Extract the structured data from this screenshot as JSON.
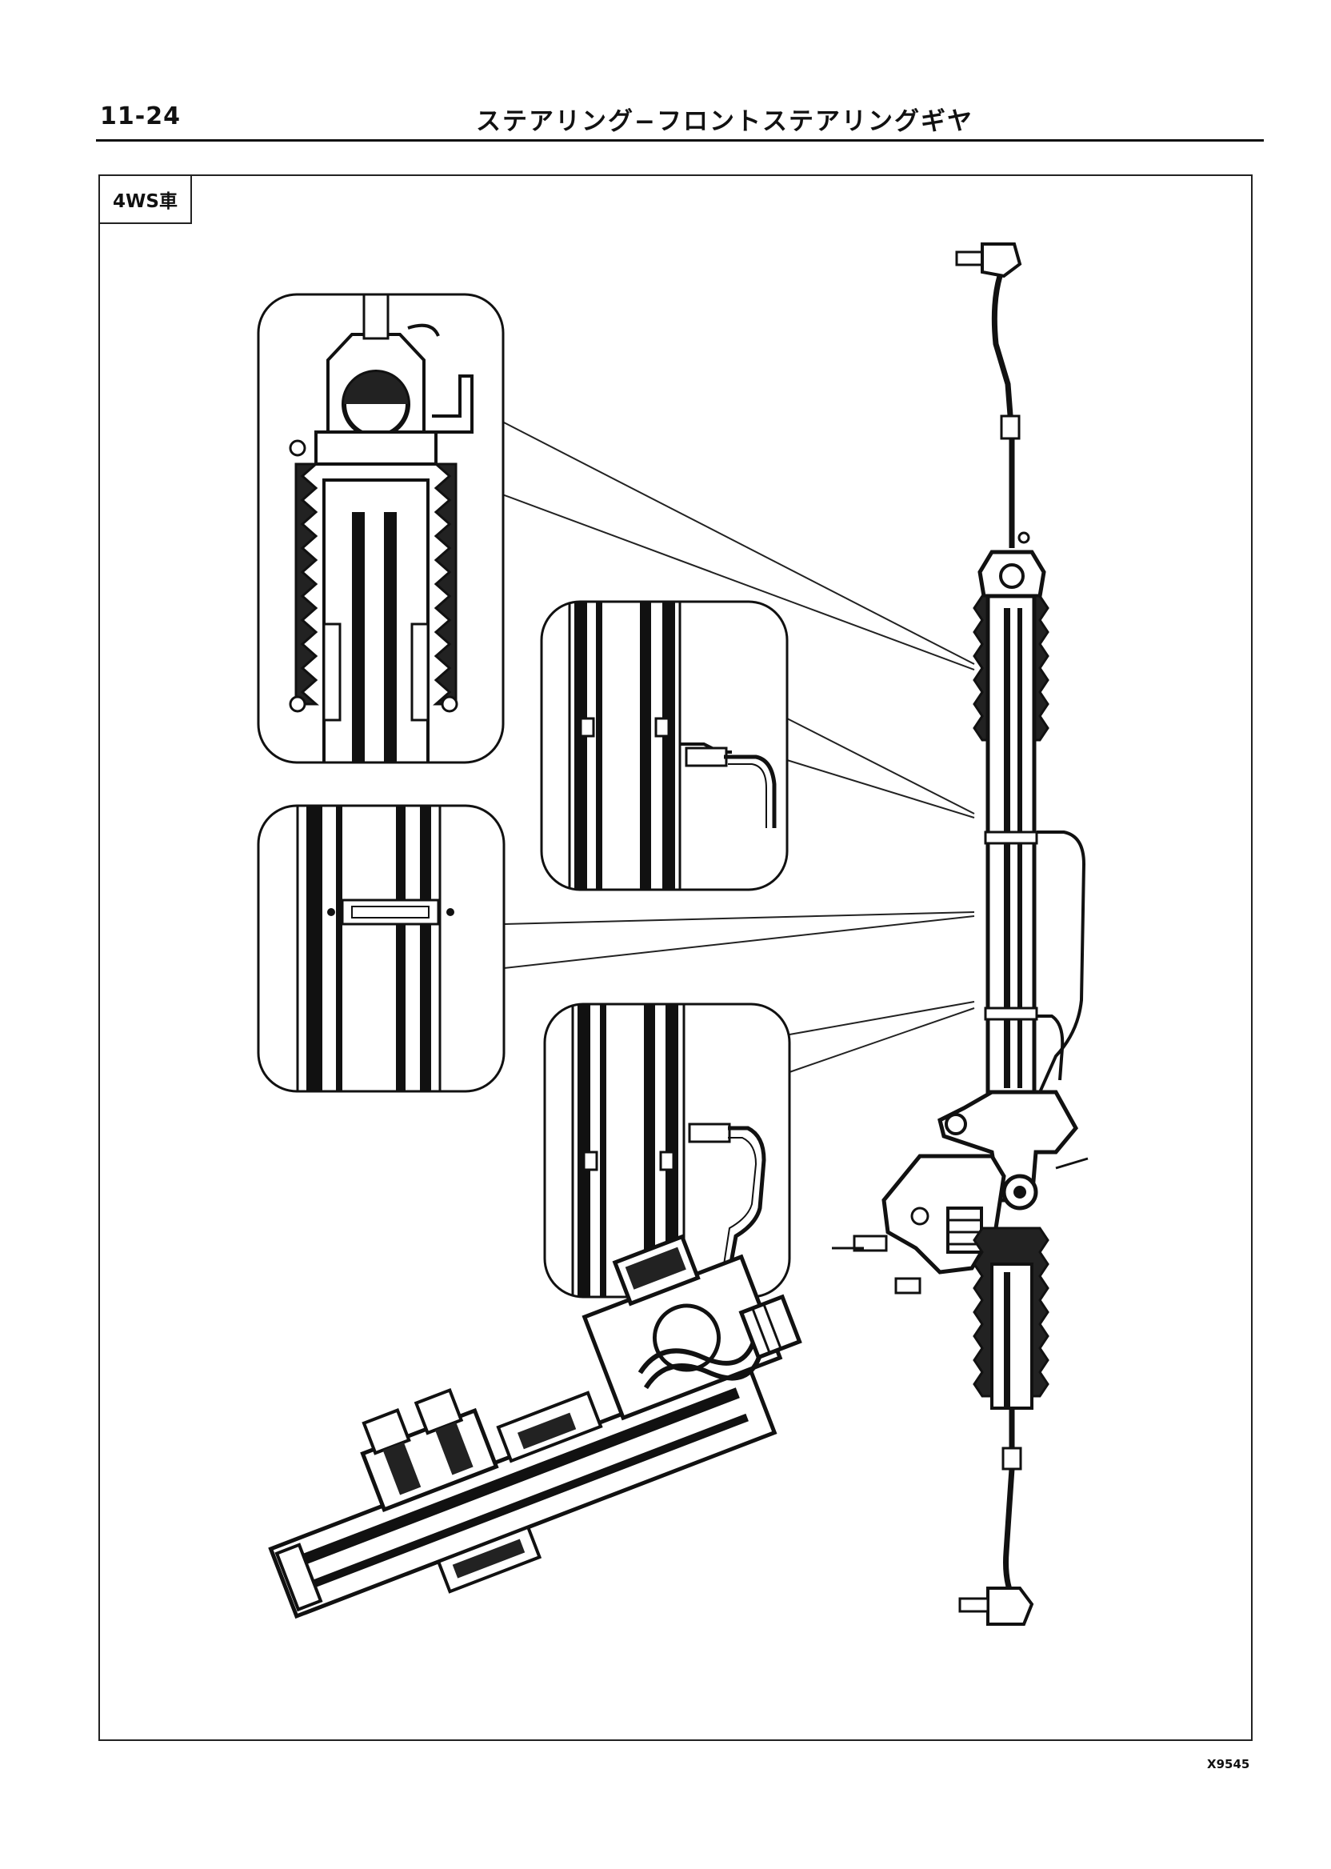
{
  "header": {
    "page_number": "11-24",
    "title": "ステアリング−フロントステアリングギヤ"
  },
  "figure": {
    "variant_label": "4WS車",
    "figure_code": "X9545",
    "parts": [
      {
        "name": "steering-rack-assembly"
      },
      {
        "name": "tie-rod-end-upper"
      },
      {
        "name": "tie-rod-end-lower"
      },
      {
        "name": "rack-boot-detail"
      },
      {
        "name": "rack-bushing-detail"
      },
      {
        "name": "hydraulic-port-detail-upper"
      },
      {
        "name": "hydraulic-port-detail-lower"
      },
      {
        "name": "gear-valve-housing-cutaway"
      }
    ]
  }
}
